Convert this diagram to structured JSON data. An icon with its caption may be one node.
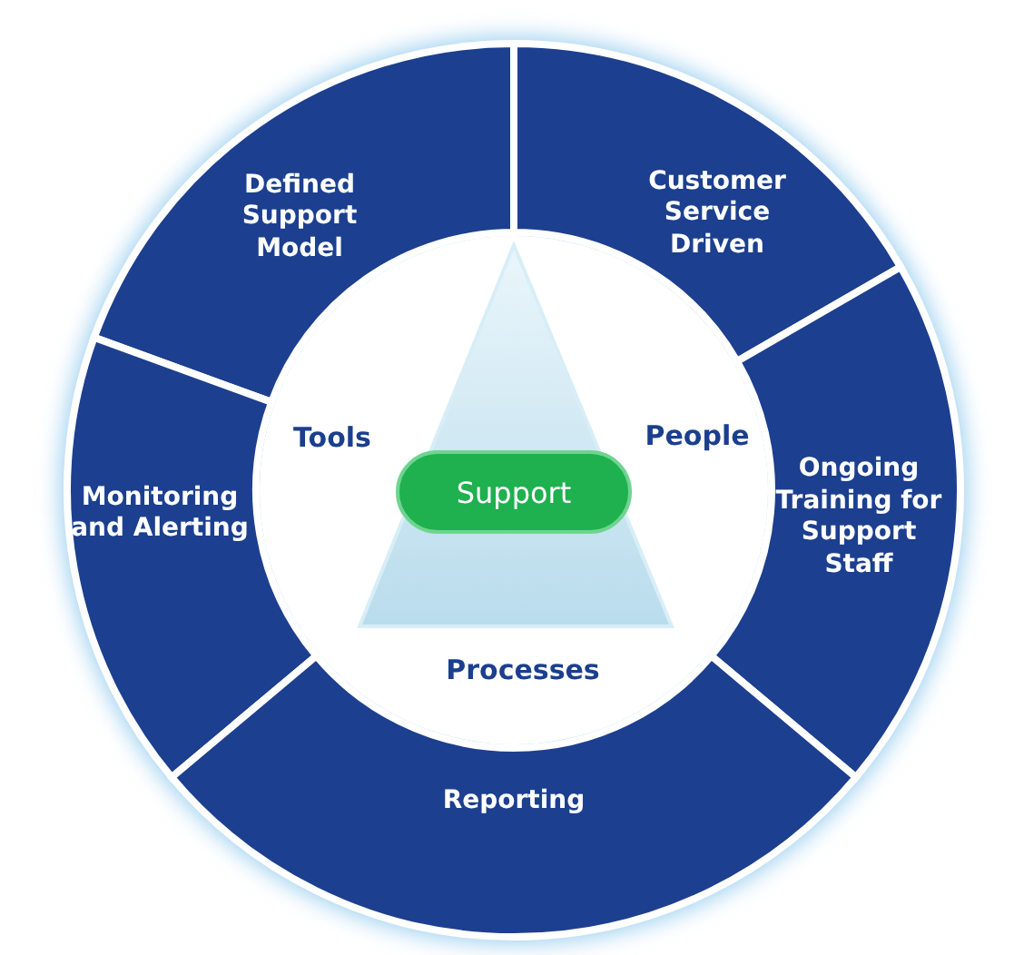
{
  "diagram": {
    "nodes": [
      {
        "text": [
          "Defined Support Model"
        ]
      },
      {
        "text": [
          "Customer Service Driven"
        ]
      },
      {
        "text": [
          "Monitoring and Alerting"
        ]
      },
      {
        "text": [
          "Ongoing Training for Support Staff"
        ]
      },
      {
        "text": [
          "Reporting"
        ]
      },
      {
        "text": [
          "Support"
        ]
      }
    ],
    "labels": [
      "Tools",
      "People",
      "Processes"
    ]
  }
}
